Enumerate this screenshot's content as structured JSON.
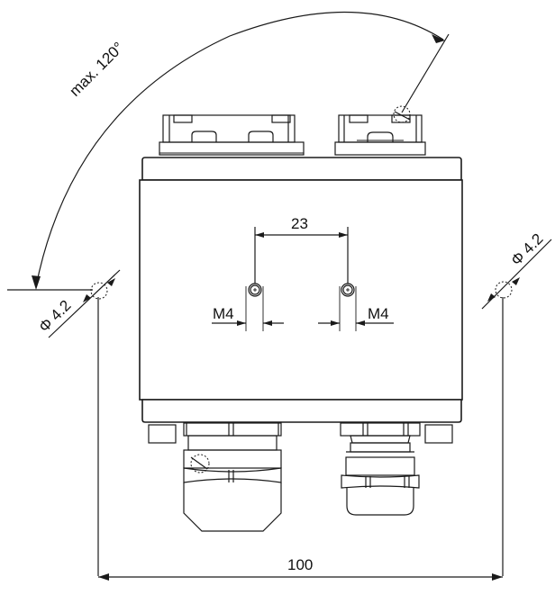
{
  "drawing": {
    "type": "technical-dimension-drawing",
    "subject": "enclosure with cable glands, front view",
    "colors": {
      "line": "#1a1a1a",
      "background": "#ffffff"
    }
  },
  "dimensions": {
    "angle": {
      "label": "max. 120°",
      "value": 120,
      "unit": "deg",
      "qualifier": "max."
    },
    "hole_spacing": {
      "label": "23",
      "value": 23
    },
    "thread_left": {
      "label": "M4"
    },
    "thread_right": {
      "label": "M4"
    },
    "mount_hole_left": {
      "label": "Φ 4.2",
      "value": 4.2
    },
    "mount_hole_right": {
      "label": "Φ 4.2",
      "value": 4.2
    },
    "overall_width": {
      "label": "100",
      "value": 100
    }
  },
  "icons": {
    "diameter_symbol": "Φ",
    "detail_circle": "dashed-circle-icon",
    "arrowhead": "filled-triangle"
  }
}
